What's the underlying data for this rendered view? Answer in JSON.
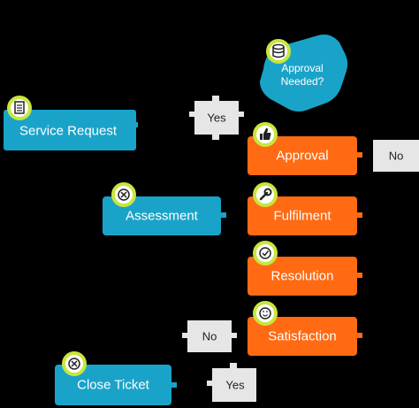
{
  "diagram": {
    "nodes": {
      "service_request": "Service Request",
      "assessment": "Assessment",
      "approval_needed_line1": "Approval",
      "approval_needed_line2": "Needed?",
      "approval": "Approval",
      "fulfilment": "Fulfilment",
      "resolution": "Resolution",
      "satisfaction": "Satisfaction",
      "close_ticket": "Close Ticket"
    },
    "labels": {
      "yes_top": "Yes",
      "no_top": "No",
      "no_bottom": "No",
      "yes_bottom": "Yes"
    },
    "icons": {
      "service_request": "document-icon",
      "assessment": "close-circle-icon",
      "approval_needed": "database-icon",
      "approval": "thumbs-up-icon",
      "fulfilment": "wrench-icon",
      "resolution": "check-circle-icon",
      "satisfaction": "smiley-icon",
      "close_ticket": "close-circle-icon"
    },
    "colors": {
      "background": "#000000",
      "teal": "#1aa3c9",
      "orange": "#ff6a13",
      "gray_label": "#e6e6e6",
      "icon_ring": "#c8e63c"
    }
  }
}
